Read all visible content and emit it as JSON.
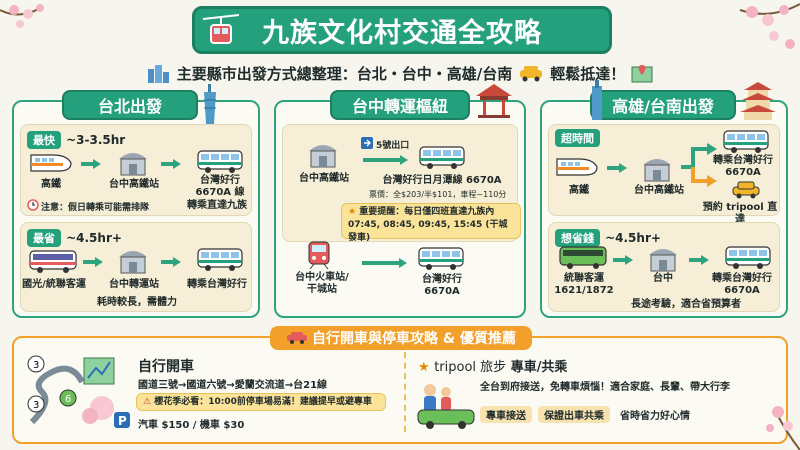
{
  "header": {
    "title": "九族文化村交通全攻略",
    "subtitle": "主要縣市出發方式總整理：台北・台中・高雄/台南",
    "subtitle_tail": "輕鬆抵達！"
  },
  "taipei": {
    "heading": "台北出發",
    "fast": {
      "tag": "最快",
      "duration": "~3-3.5hr",
      "steps": [
        "高鐵",
        "台中高鐵站",
        "台灣好行\n6670A 線"
      ],
      "note": "注意：假日轉乘可能需排隊",
      "transfer": "轉乘直達九族"
    },
    "cheap": {
      "tag": "最省",
      "duration": "~4.5hr+",
      "steps": [
        "國光/統聯客運",
        "台中轉運站",
        "轉乘台灣好行"
      ],
      "note": "耗時較長，需體力"
    }
  },
  "taichung": {
    "heading": "台中轉運樞紐",
    "route1": {
      "exit": "5號出口",
      "from": "台中高鐵站",
      "bus": "台灣好行日月潭線 6670A",
      "fare": "票價：全$203/半$101，車程~110分"
    },
    "reminder": {
      "line1": "重要提醒：每日僅四班直達九族內",
      "line2": "07:45, 08:45, 09:45, 15:45 (干城發車)"
    },
    "route2": {
      "from": "台中火車站/\n干城站",
      "bus": "台灣好行\n6670A"
    }
  },
  "kaohsiung": {
    "heading": "高雄/台南出發",
    "time": {
      "tag": "超時間",
      "steps": [
        "高鐵",
        "台中高鐵站"
      ],
      "option_a": "轉乘台灣好行\n6670A",
      "option_b": "預約 tripool 直達"
    },
    "money": {
      "tag": "想省錢",
      "duration": "~4.5hr+",
      "steps": [
        "統聯客運\n1621/1872",
        "台中",
        "轉乘台灣好行\n6670A"
      ],
      "note": "長途考驗，適合省預算者"
    }
  },
  "bottom": {
    "heading": "自行開車與停車攻略 & 優質推薦",
    "drive": {
      "title": "自行開車",
      "route": "國道三號→國道六號→愛蘭交流道→台21線",
      "warning": "櫻花季必看：10:00前停車場易滿！建議提早或避專車",
      "fee": "汽車 $150 / 機車 $30"
    },
    "tripool": {
      "title_prefix": "tripool 旅步",
      "title_main": "專車/共乘",
      "desc": "全台到府接送，免轉車煩惱！適合家庭、長輩、帶大行李",
      "pills": [
        "專車接送",
        "保證出車共乘"
      ],
      "tail": "省時省力好心情"
    }
  },
  "colors": {
    "green": "#24a17c",
    "orange": "#f2a02a",
    "cream": "#f6eed6"
  }
}
